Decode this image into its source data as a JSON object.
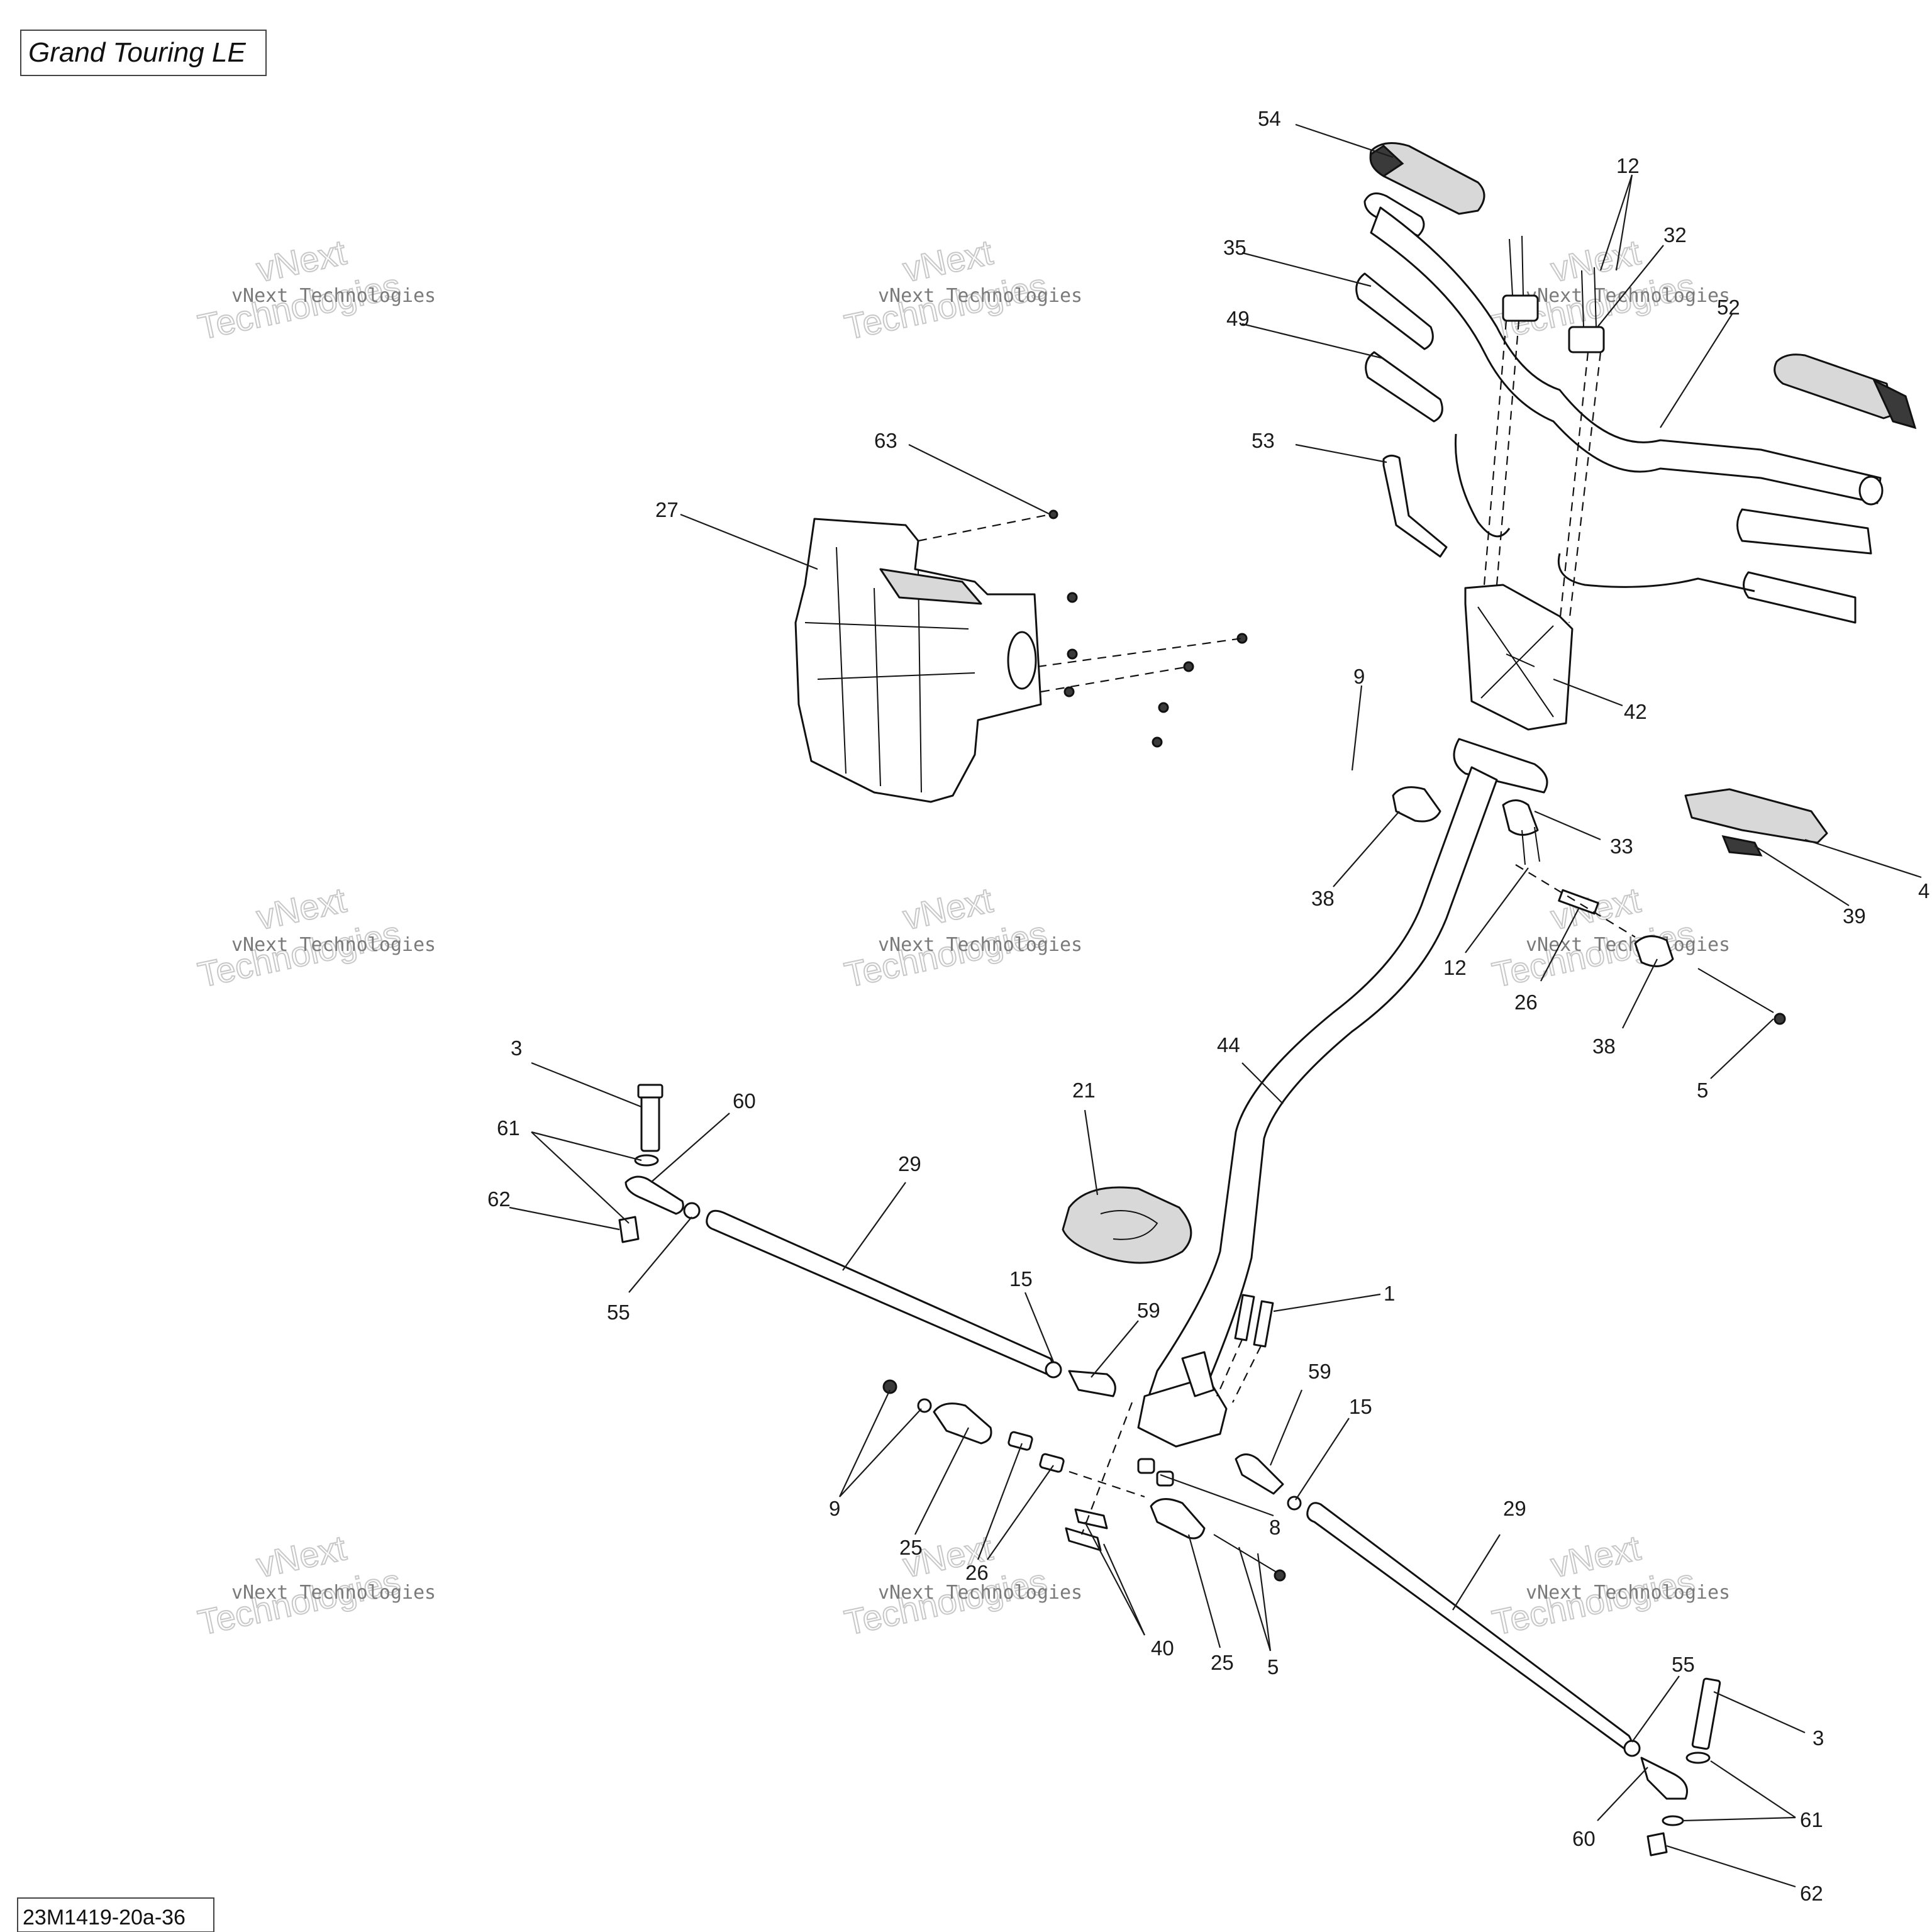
{
  "title": "Grand Touring LE",
  "drawing_code": "23M1419-20a-36",
  "watermark": {
    "line1": "vNext Technologies",
    "line2": "vNext",
    "line3": "Technologies"
  },
  "callouts": [
    {
      "id": "c54",
      "text": "54"
    },
    {
      "id": "c12a",
      "text": "12"
    },
    {
      "id": "c32",
      "text": "32"
    },
    {
      "id": "c35",
      "text": "35"
    },
    {
      "id": "c52",
      "text": "52"
    },
    {
      "id": "c49",
      "text": "49"
    },
    {
      "id": "c53",
      "text": "53"
    },
    {
      "id": "c63",
      "text": "63"
    },
    {
      "id": "c27",
      "text": "27"
    },
    {
      "id": "c9a",
      "text": "9"
    },
    {
      "id": "c42",
      "text": "42"
    },
    {
      "id": "c33",
      "text": "33"
    },
    {
      "id": "c38a",
      "text": "38"
    },
    {
      "id": "c12b",
      "text": "12"
    },
    {
      "id": "c39",
      "text": "39"
    },
    {
      "id": "c4",
      "text": "4"
    },
    {
      "id": "c26a",
      "text": "26"
    },
    {
      "id": "c38b",
      "text": "38"
    },
    {
      "id": "c5a",
      "text": "5"
    },
    {
      "id": "c44",
      "text": "44"
    },
    {
      "id": "c3a",
      "text": "3"
    },
    {
      "id": "c60a",
      "text": "60"
    },
    {
      "id": "c61a",
      "text": "61"
    },
    {
      "id": "c62a",
      "text": "62"
    },
    {
      "id": "c29a",
      "text": "29"
    },
    {
      "id": "c21",
      "text": "21"
    },
    {
      "id": "c55a",
      "text": "55"
    },
    {
      "id": "c15a",
      "text": "15"
    },
    {
      "id": "c59a",
      "text": "59"
    },
    {
      "id": "c1",
      "text": "1"
    },
    {
      "id": "c59b",
      "text": "59"
    },
    {
      "id": "c15b",
      "text": "15"
    },
    {
      "id": "c9b",
      "text": "9"
    },
    {
      "id": "c25a",
      "text": "25"
    },
    {
      "id": "c26b",
      "text": "26"
    },
    {
      "id": "c8",
      "text": "8"
    },
    {
      "id": "c29b",
      "text": "29"
    },
    {
      "id": "c40",
      "text": "40"
    },
    {
      "id": "c25b",
      "text": "25"
    },
    {
      "id": "c5b",
      "text": "5"
    },
    {
      "id": "c55b",
      "text": "55"
    },
    {
      "id": "c3b",
      "text": "3"
    },
    {
      "id": "c60b",
      "text": "60"
    },
    {
      "id": "c61b",
      "text": "61"
    },
    {
      "id": "c62b",
      "text": "62"
    }
  ]
}
